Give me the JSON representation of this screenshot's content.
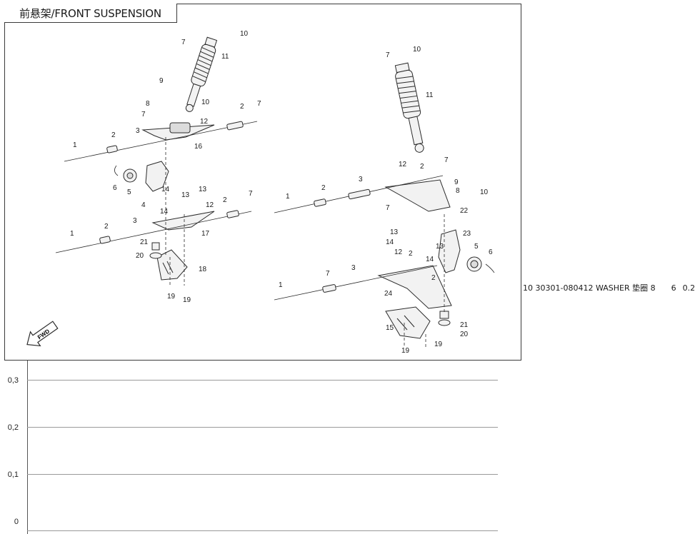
{
  "title": "前悬架/FRONT SUSPENSION",
  "fwd_label": "FWD",
  "callouts": {
    "left": [
      "7",
      "10",
      "11",
      "9",
      "8",
      "7",
      "10",
      "12",
      "2",
      "7",
      "3",
      "2",
      "16",
      "1",
      "6",
      "5",
      "14",
      "13",
      "4",
      "14",
      "13",
      "12",
      "2",
      "7",
      "3",
      "17",
      "2",
      "1",
      "21",
      "20",
      "18",
      "19",
      "19"
    ],
    "right": [
      "7",
      "10",
      "11",
      "12",
      "7",
      "2",
      "3",
      "2",
      "1",
      "9",
      "8",
      "10",
      "7",
      "22",
      "13",
      "23",
      "14",
      "13",
      "5",
      "6",
      "12",
      "2",
      "14",
      "2",
      "3",
      "7",
      "1",
      "24",
      "15",
      "21",
      "20",
      "19",
      "19"
    ]
  },
  "parts_row": {
    "item": "10",
    "part_no": "30301-080412",
    "name": "WASHER 垫圈",
    "spec": "8",
    "qty": "6",
    "weight": "0.2"
  },
  "chart_data": {
    "type": "bar",
    "categories": [],
    "values": [],
    "title": "",
    "xlabel": "",
    "ylabel": "",
    "yticks": [
      "0,3",
      "0,2",
      "0,1",
      "0"
    ],
    "ylim": [
      0,
      0.3
    ],
    "grid": true
  }
}
